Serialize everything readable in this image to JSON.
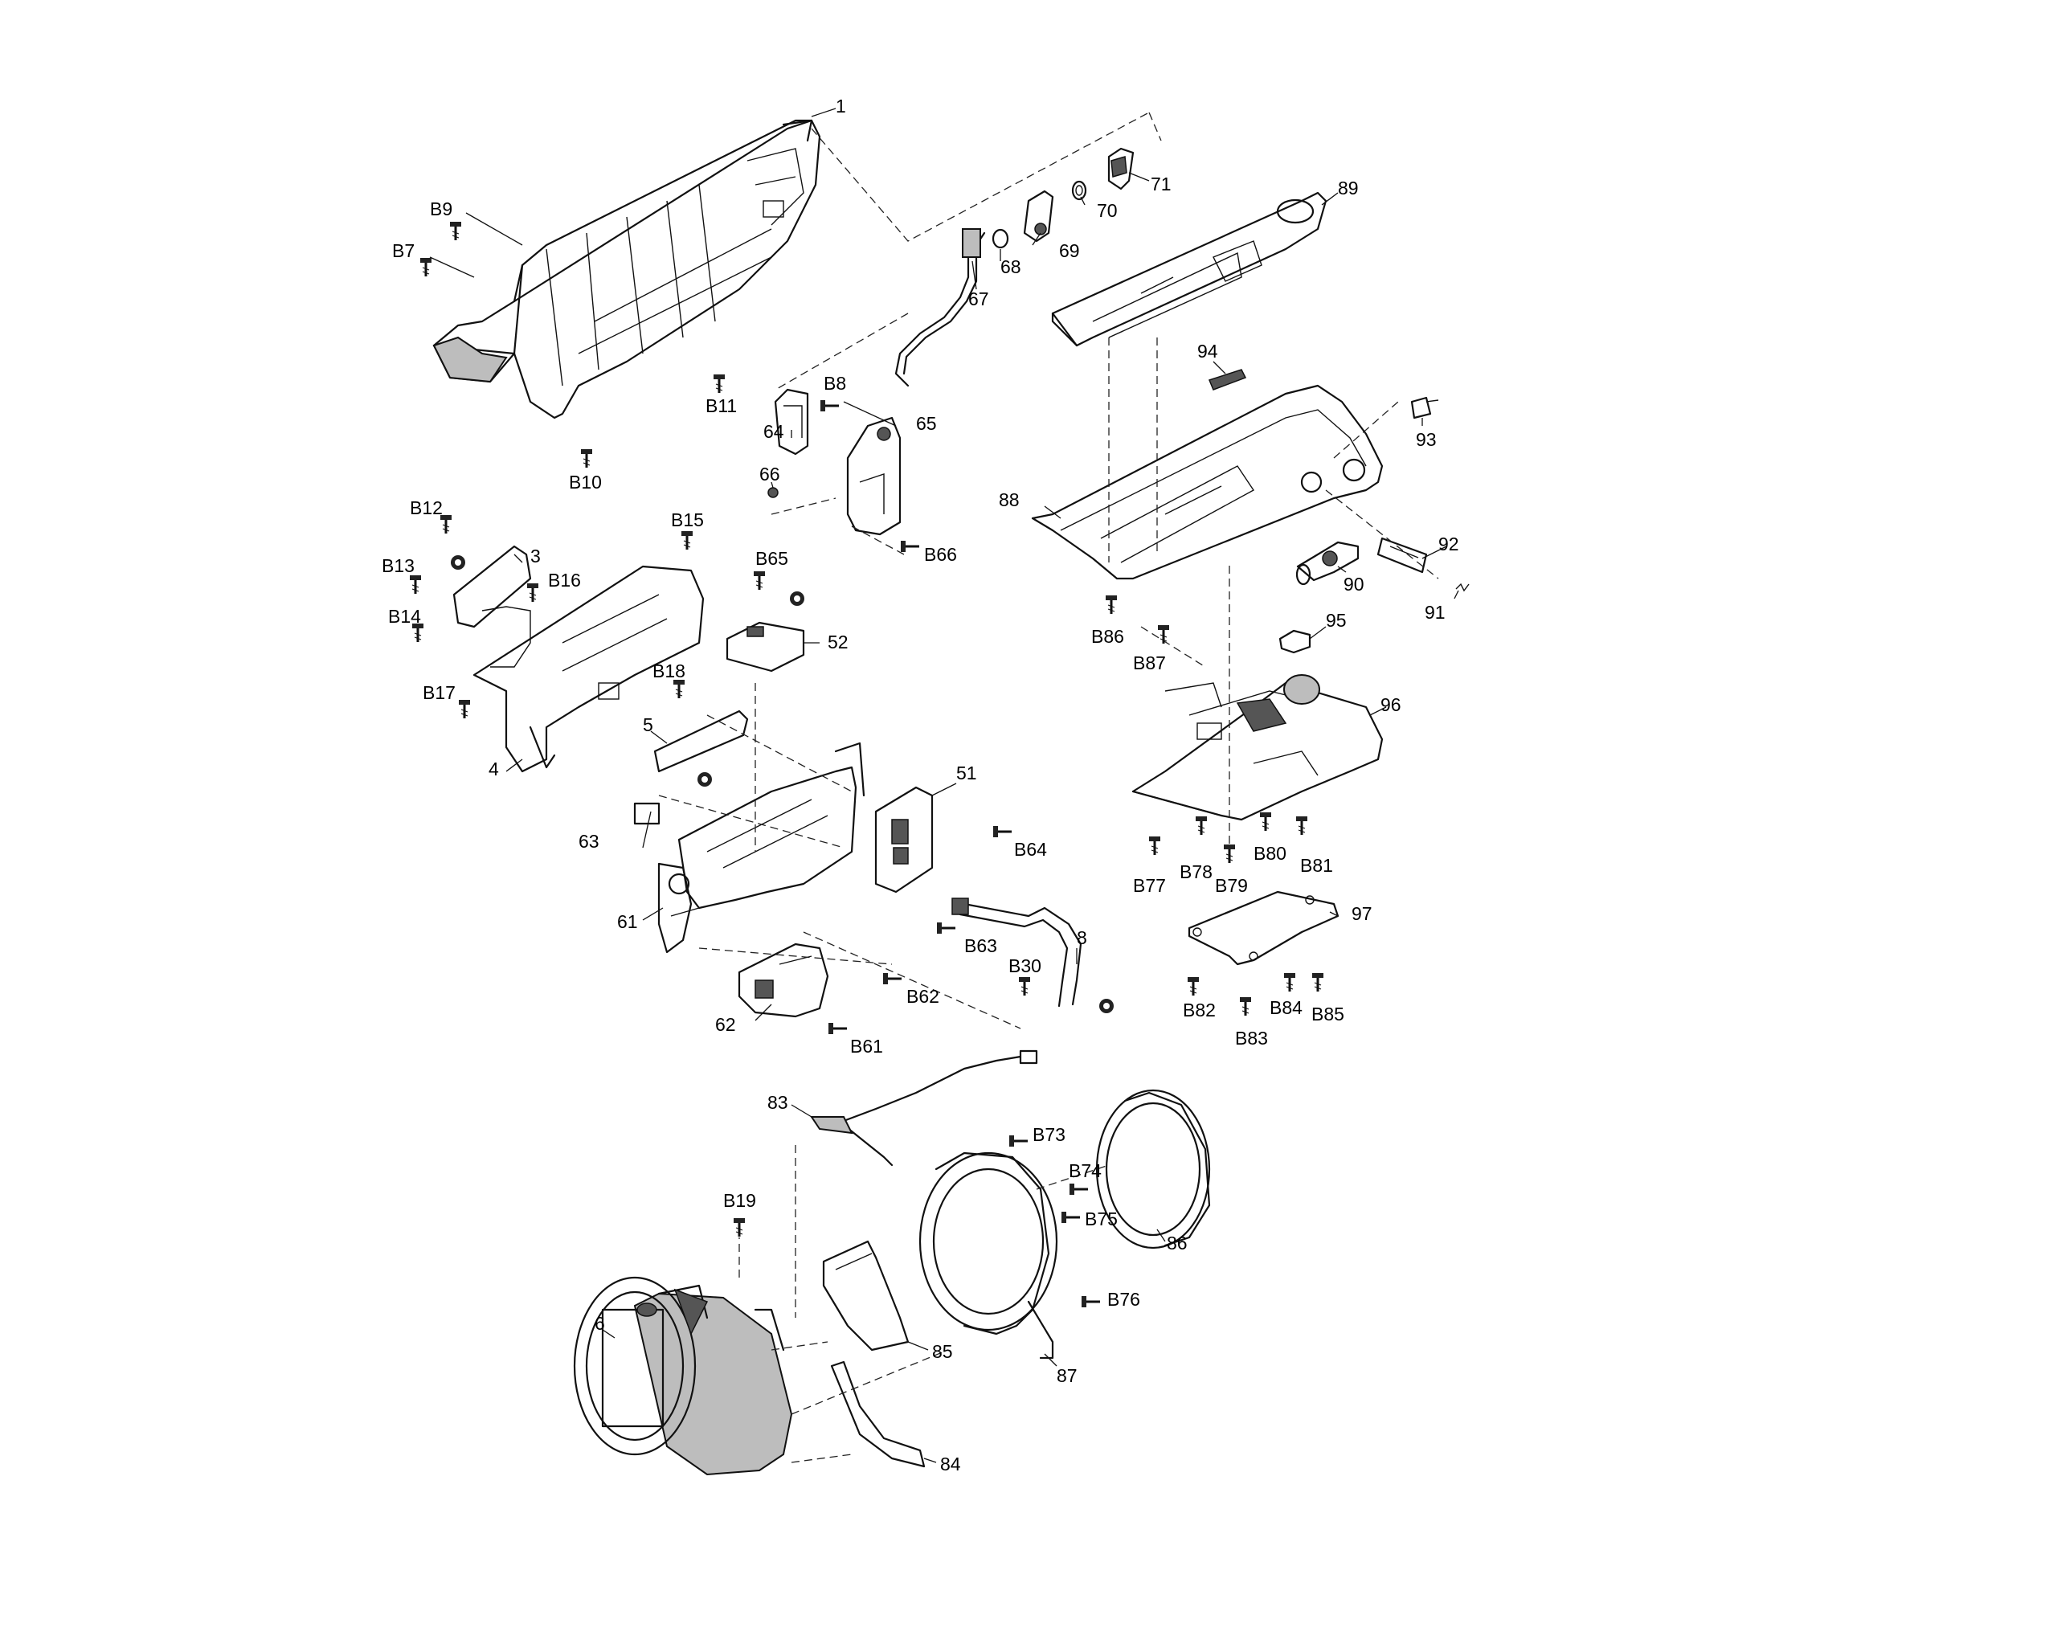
{
  "labels": [
    {
      "id": "1",
      "text": "1"
    },
    {
      "id": "B9",
      "text": "B9"
    },
    {
      "id": "B7",
      "text": "B7"
    },
    {
      "id": "B11",
      "text": "B11"
    },
    {
      "id": "B10",
      "text": "B10"
    },
    {
      "id": "71",
      "text": "71"
    },
    {
      "id": "70",
      "text": "70"
    },
    {
      "id": "69",
      "text": "69"
    },
    {
      "id": "68",
      "text": "68"
    },
    {
      "id": "67",
      "text": "67"
    },
    {
      "id": "89",
      "text": "89"
    },
    {
      "id": "94",
      "text": "94"
    },
    {
      "id": "93",
      "text": "93"
    },
    {
      "id": "88",
      "text": "88"
    },
    {
      "id": "92",
      "text": "92"
    },
    {
      "id": "90",
      "text": "90"
    },
    {
      "id": "91",
      "text": "91"
    },
    {
      "id": "B86",
      "text": "B86"
    },
    {
      "id": "B87",
      "text": "B87"
    },
    {
      "id": "95",
      "text": "95"
    },
    {
      "id": "96",
      "text": "96"
    },
    {
      "id": "B77",
      "text": "B77"
    },
    {
      "id": "B78",
      "text": "B78"
    },
    {
      "id": "B79",
      "text": "B79"
    },
    {
      "id": "B80",
      "text": "B80"
    },
    {
      "id": "B81",
      "text": "B81"
    },
    {
      "id": "97",
      "text": "97"
    },
    {
      "id": "B82",
      "text": "B82"
    },
    {
      "id": "B83",
      "text": "B83"
    },
    {
      "id": "B84",
      "text": "B84"
    },
    {
      "id": "B85",
      "text": "B85"
    },
    {
      "id": "B8",
      "text": "B8"
    },
    {
      "id": "64",
      "text": "64"
    },
    {
      "id": "65",
      "text": "65"
    },
    {
      "id": "66",
      "text": "66"
    },
    {
      "id": "B66",
      "text": "B66"
    },
    {
      "id": "B12",
      "text": "B12"
    },
    {
      "id": "3",
      "text": "3"
    },
    {
      "id": "B13",
      "text": "B13"
    },
    {
      "id": "B16",
      "text": "B16"
    },
    {
      "id": "B14",
      "text": "B14"
    },
    {
      "id": "B15",
      "text": "B15"
    },
    {
      "id": "B65",
      "text": "B65"
    },
    {
      "id": "52",
      "text": "52"
    },
    {
      "id": "B17",
      "text": "B17"
    },
    {
      "id": "4",
      "text": "4"
    },
    {
      "id": "B18",
      "text": "B18"
    },
    {
      "id": "5",
      "text": "5"
    },
    {
      "id": "51",
      "text": "51"
    },
    {
      "id": "63",
      "text": "63"
    },
    {
      "id": "B64",
      "text": "B64"
    },
    {
      "id": "61",
      "text": "61"
    },
    {
      "id": "B63",
      "text": "B63"
    },
    {
      "id": "8",
      "text": "8"
    },
    {
      "id": "B30",
      "text": "B30"
    },
    {
      "id": "B62",
      "text": "B62"
    },
    {
      "id": "62",
      "text": "62"
    },
    {
      "id": "B61",
      "text": "B61"
    },
    {
      "id": "83",
      "text": "83"
    },
    {
      "id": "B73",
      "text": "B73"
    },
    {
      "id": "B74",
      "text": "B74"
    },
    {
      "id": "B75",
      "text": "B75"
    },
    {
      "id": "86",
      "text": "86"
    },
    {
      "id": "B19",
      "text": "B19"
    },
    {
      "id": "B76",
      "text": "B76"
    },
    {
      "id": "6",
      "text": "6"
    },
    {
      "id": "85",
      "text": "85"
    },
    {
      "id": "87",
      "text": "87"
    },
    {
      "id": "84",
      "text": "84"
    }
  ]
}
